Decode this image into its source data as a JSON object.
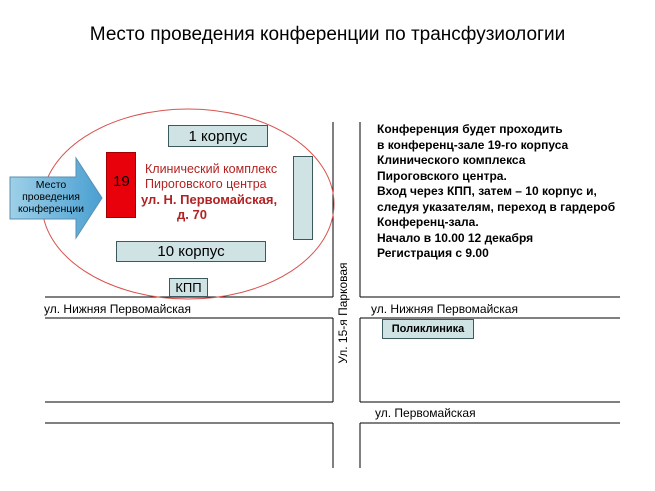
{
  "title": "Место проведения конференции по трансфузиологии",
  "buildings": {
    "korpus1": "1 корпус",
    "korpus10": "10 корпус",
    "korpus19": "19",
    "kpp": "КПП",
    "poliklinika": "Поликлиника"
  },
  "complex": {
    "line1": "Клинический комплекс",
    "line2": "Пироговского центра",
    "line3": "ул. Н. Первомайская,",
    "line4": "д. 70"
  },
  "arrow_label": [
    "Место",
    "проведения",
    "конференции"
  ],
  "streets": {
    "nizhnyaya_left": "ул. Нижняя Первомайская",
    "nizhnyaya_right": "ул. Нижняя Первомайская",
    "parkovaya": "Ул. 15-я Парковая",
    "pervomayskaya": "ул. Первомайская"
  },
  "info": [
    "Конференция  будет проходить",
    "в конференц-зале 19-го корпуса",
    "Клинического комплекса",
    "Пироговского центра.",
    "Вход через КПП, затем – 10 корпус и,",
    "следуя указателям, переход в гардероб",
    "Конференц-зала.",
    "Начало в 10.00 12 декабря",
    "Регистрация с 9.00"
  ],
  "colors": {
    "building_fill": "#cfe3e5",
    "korpus19_fill": "#e8000b",
    "ellipse_stroke": "#d9534f",
    "complex_text": "#b22222"
  }
}
